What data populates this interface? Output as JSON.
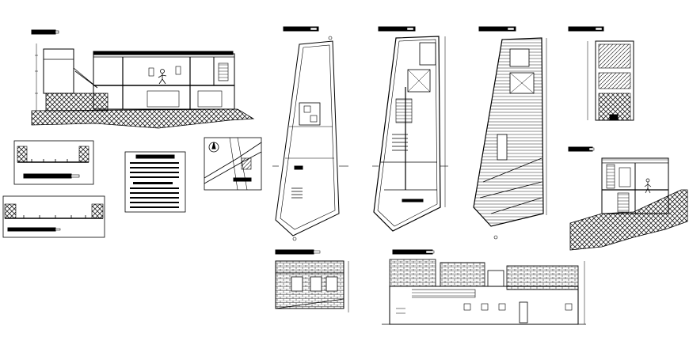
{
  "sheet": {
    "background": "#ffffff",
    "ink": "#000000",
    "hatch": "#333333"
  },
  "drawings": [
    {
      "id": "section-long",
      "kind": "longitudinal-section"
    },
    {
      "id": "detail-1",
      "kind": "detail"
    },
    {
      "id": "detail-2",
      "kind": "detail"
    },
    {
      "id": "legend-table",
      "kind": "notes-table"
    },
    {
      "id": "location-map",
      "kind": "location-plan"
    },
    {
      "id": "plan-1",
      "kind": "floor-plan"
    },
    {
      "id": "plan-2",
      "kind": "floor-plan"
    },
    {
      "id": "plan-3",
      "kind": "roof-plan"
    },
    {
      "id": "section-small",
      "kind": "cross-section"
    },
    {
      "id": "section-right",
      "kind": "cross-section"
    },
    {
      "id": "elevation-front",
      "kind": "elevation"
    },
    {
      "id": "elevation-side",
      "kind": "elevation"
    }
  ]
}
